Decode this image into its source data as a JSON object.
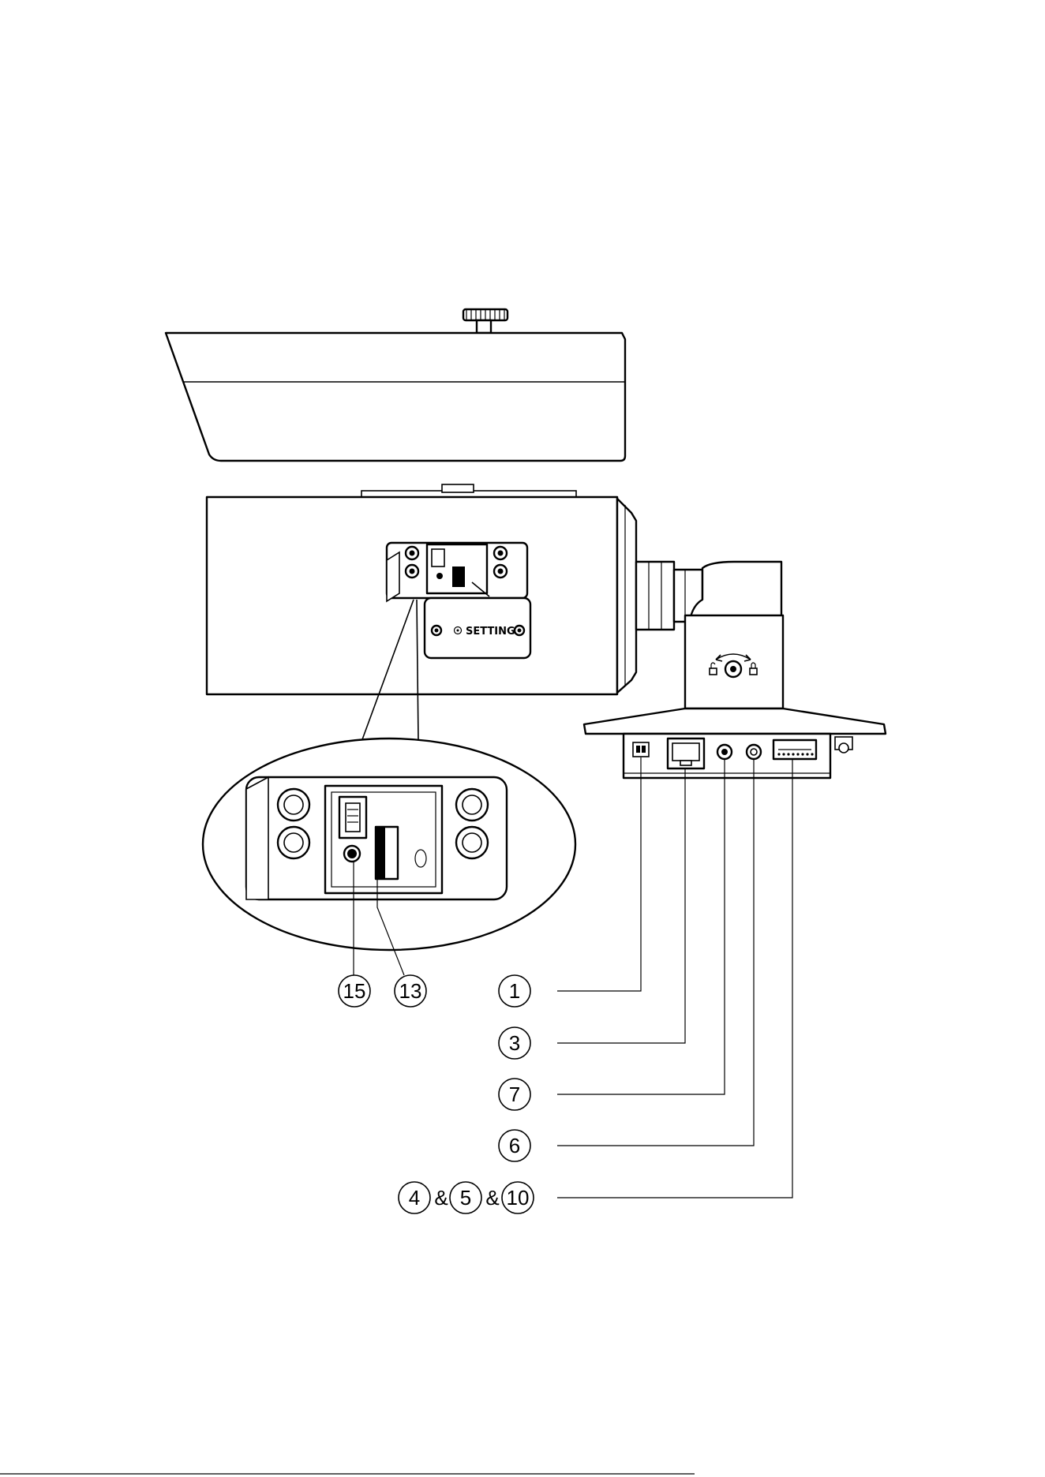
{
  "panel_label": "SETTING",
  "callouts": {
    "c15": "15",
    "c13": "13",
    "c1": "1",
    "c3": "3",
    "c7": "7",
    "c6": "6",
    "c4": "4",
    "c5": "5",
    "c10": "10",
    "amp": "&"
  },
  "icons": {
    "panel_icon": "gear-icon",
    "unlock": "unlock-icon",
    "lock": "lock-icon",
    "rotate": "rotate-arrows-icon"
  },
  "colors": {
    "line": "#000000",
    "background": "#ffffff"
  }
}
